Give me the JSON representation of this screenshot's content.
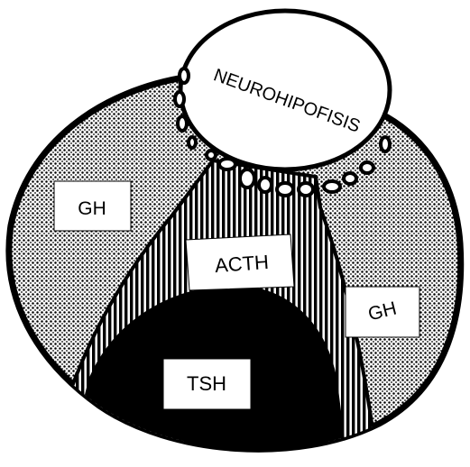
{
  "diagram": {
    "labels": {
      "neurohipofisis": "NEUROHIPOFISIS",
      "gh_left": "GH",
      "gh_right": "GH",
      "acth": "ACTH",
      "tsh": "TSH"
    },
    "colors": {
      "ink": "#000000",
      "paper": "#ffffff"
    },
    "regions": [
      {
        "key": "gh_left",
        "pattern": "dense-dots"
      },
      {
        "key": "gh_right",
        "pattern": "dense-dots"
      },
      {
        "key": "acth",
        "pattern": "vertical-hatching"
      },
      {
        "key": "tsh",
        "pattern": "solid-black"
      }
    ]
  }
}
